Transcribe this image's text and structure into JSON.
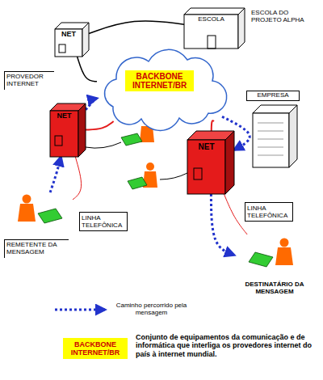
{
  "diagram": {
    "nodes": [
      {
        "text": [
          "NET"
        ]
      },
      {
        "text": [
          "ESCOLA",
          "ESCOLA DO PROJETO ALPHA"
        ]
      },
      {
        "text": [
          "PROVEDOR INTERNET",
          "NET"
        ]
      },
      {
        "text": [
          "BACKBONE INTERNET/BR"
        ]
      },
      {
        "text": [
          "EMPRESA"
        ]
      },
      {
        "text": [
          "NET"
        ]
      },
      {
        "text": [
          "REMETENTE DA MENSAGEM"
        ]
      },
      {
        "text": [
          "DESTINATÁRIO DA MENSAGEM"
        ]
      }
    ],
    "edges": [
      {
        "from": 0,
        "to": 1,
        "arrow": "none"
      },
      {
        "from": 0,
        "to": 3,
        "arrow": "none"
      },
      {
        "from": 2,
        "to": 3,
        "arrow": "none"
      },
      {
        "from": 2,
        "to": 3,
        "arrow": "to"
      },
      {
        "from": 3,
        "to": 5,
        "arrow": "none"
      },
      {
        "from": 3,
        "to": 5,
        "arrow": "to"
      },
      {
        "from": 6,
        "to": 2,
        "arrow": "to"
      },
      {
        "from": 6,
        "to": 2,
        "arrow": "none",
        "label": "LINHA TELEFÔNICA"
      },
      {
        "from": 5,
        "to": 7,
        "arrow": "to"
      },
      {
        "from": 5,
        "to": 7,
        "arrow": "none",
        "label": "LINHA TELEFÔNICA"
      }
    ],
    "labels": [
      "BACKBONE INTERNET/BR"
    ],
    "legend": [
      {
        "text": "Caminho percorrido pela mensagem"
      },
      {
        "text": "Conjunto de equipamentos da comunicação e de informática que interliga os provedores internet do país à internet mundial.",
        "color": "#ffff00"
      }
    ]
  }
}
